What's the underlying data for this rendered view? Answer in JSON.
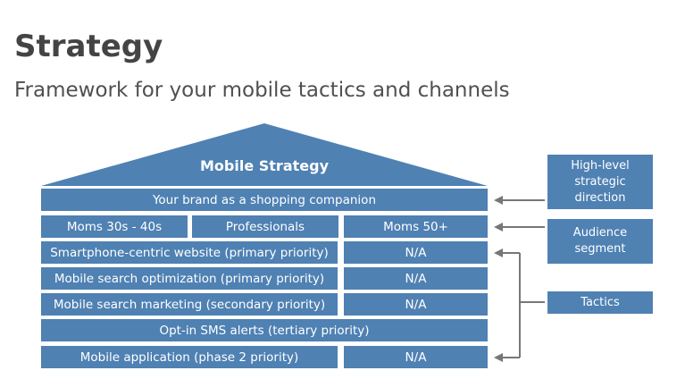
{
  "header": {
    "title": "Strategy",
    "subtitle": "Framework for your mobile tactics and channels"
  },
  "house": {
    "roof_label": "Mobile Strategy",
    "brand_row": "Your brand as a shopping companion",
    "segments": [
      "Moms 30s - 40s",
      "Professionals",
      "Moms 50+"
    ],
    "tactic_rows": [
      {
        "left": "Smartphone-centric website (primary priority)",
        "right": "N/A"
      },
      {
        "left": "Mobile search optimization (primary priority)",
        "right": "N/A"
      },
      {
        "left": "Mobile search marketing (secondary priority)",
        "right": "N/A"
      },
      {
        "full": "Opt-in SMS alerts (tertiary priority)"
      },
      {
        "left": "Mobile application (phase 2 priority)",
        "right": "N/A"
      }
    ]
  },
  "legend": {
    "high_level": [
      "High-level",
      "strategic",
      "direction"
    ],
    "audience": [
      "Audience",
      "segment"
    ],
    "tactics": "Tactics"
  },
  "colors": {
    "box_fill": "#4f81b3",
    "arrow": "#777777"
  }
}
